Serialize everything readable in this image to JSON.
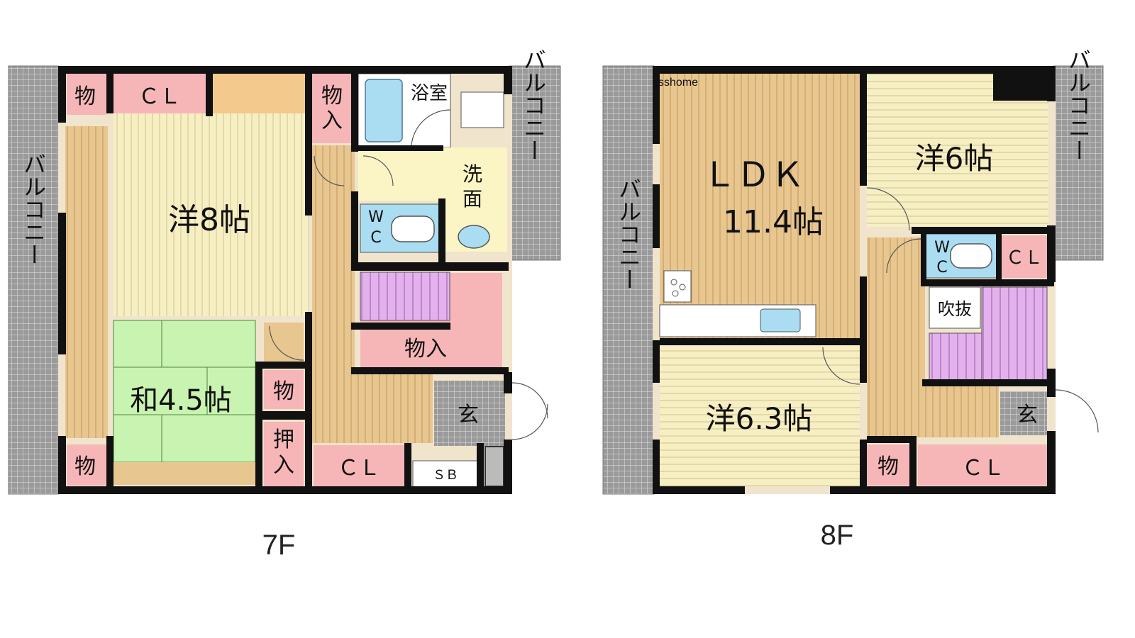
{
  "watermark": "sshome",
  "floors": {
    "f7": {
      "name": "7F",
      "rooms": {
        "western_room": "洋8帖",
        "japanese_room": "和4.5帖",
        "bath": "浴室",
        "washroom": "洗面",
        "wc": "WC",
        "storage_large": "物入",
        "storage_top": "物入",
        "closet_top": "ＣＬ",
        "closet_bottom": "ＣＬ",
        "oshiire": "押入",
        "mono_tl": "物",
        "mono_bl": "物",
        "mono_mid": "物",
        "entrance": "玄",
        "shoe_box": "ＳＢ",
        "balcony_left": "バルコニー",
        "balcony_right": "バルコニー"
      }
    },
    "f8": {
      "name": "8F",
      "rooms": {
        "ldk_title": "ＬＤＫ",
        "ldk_size": "11.4帖",
        "western_room_a": "洋6帖",
        "western_room_b": "洋6.3帖",
        "wc": "WC",
        "closet_small": "ＣＬ",
        "closet_bottom": "ＣＬ",
        "void": "吹抜",
        "mono": "物",
        "entrance": "玄",
        "balcony_left": "バルコニー",
        "balcony_right": "バルコニー"
      }
    }
  },
  "colors": {
    "wall": "#111111",
    "wood_floor": "#e8c690",
    "western_floor": "#f7efc4",
    "tatami": "#c9f3b0",
    "storage": "#f6b6b8",
    "wet_area": "#fbf5c6",
    "stairs": "#e3b1ec",
    "balcony": "#9a9a9a",
    "fixture": "#aadcf2"
  }
}
